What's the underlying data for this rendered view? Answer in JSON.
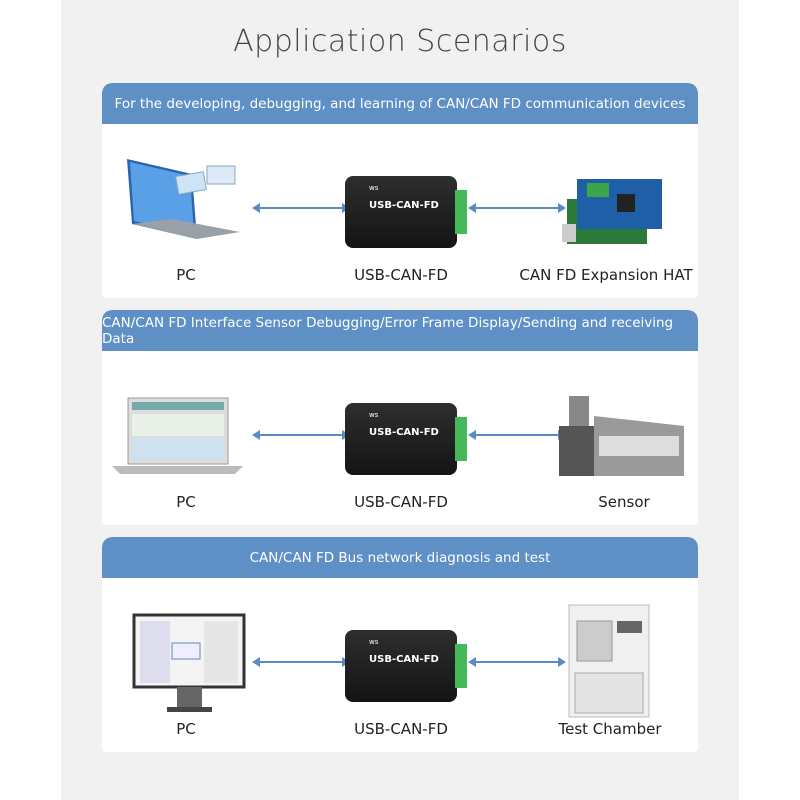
{
  "title": "Application Scenarios",
  "device_logo": "ws",
  "scenarios": [
    {
      "header": "For the developing, debugging, and learning of CAN/CAN FD communication devices",
      "left": "PC",
      "center": "USB-CAN-FD",
      "right": "CAN FD Expansion HAT",
      "device_name": "USB-CAN-FD"
    },
    {
      "header": "CAN/CAN FD Interface Sensor Debugging/Error Frame Display/Sending and receiving Data",
      "left": "PC",
      "center": "USB-CAN-FD",
      "right": "Sensor",
      "device_name": "USB-CAN-FD"
    },
    {
      "header": "CAN/CAN FD Bus network diagnosis and test",
      "left": "PC",
      "center": "USB-CAN-FD",
      "right": "Test Chamber",
      "device_name": "USB-CAN-FD"
    }
  ],
  "colors": {
    "header": "#5e90c6",
    "arrow": "#5a8bc2",
    "panel": "#f1f1f1"
  }
}
